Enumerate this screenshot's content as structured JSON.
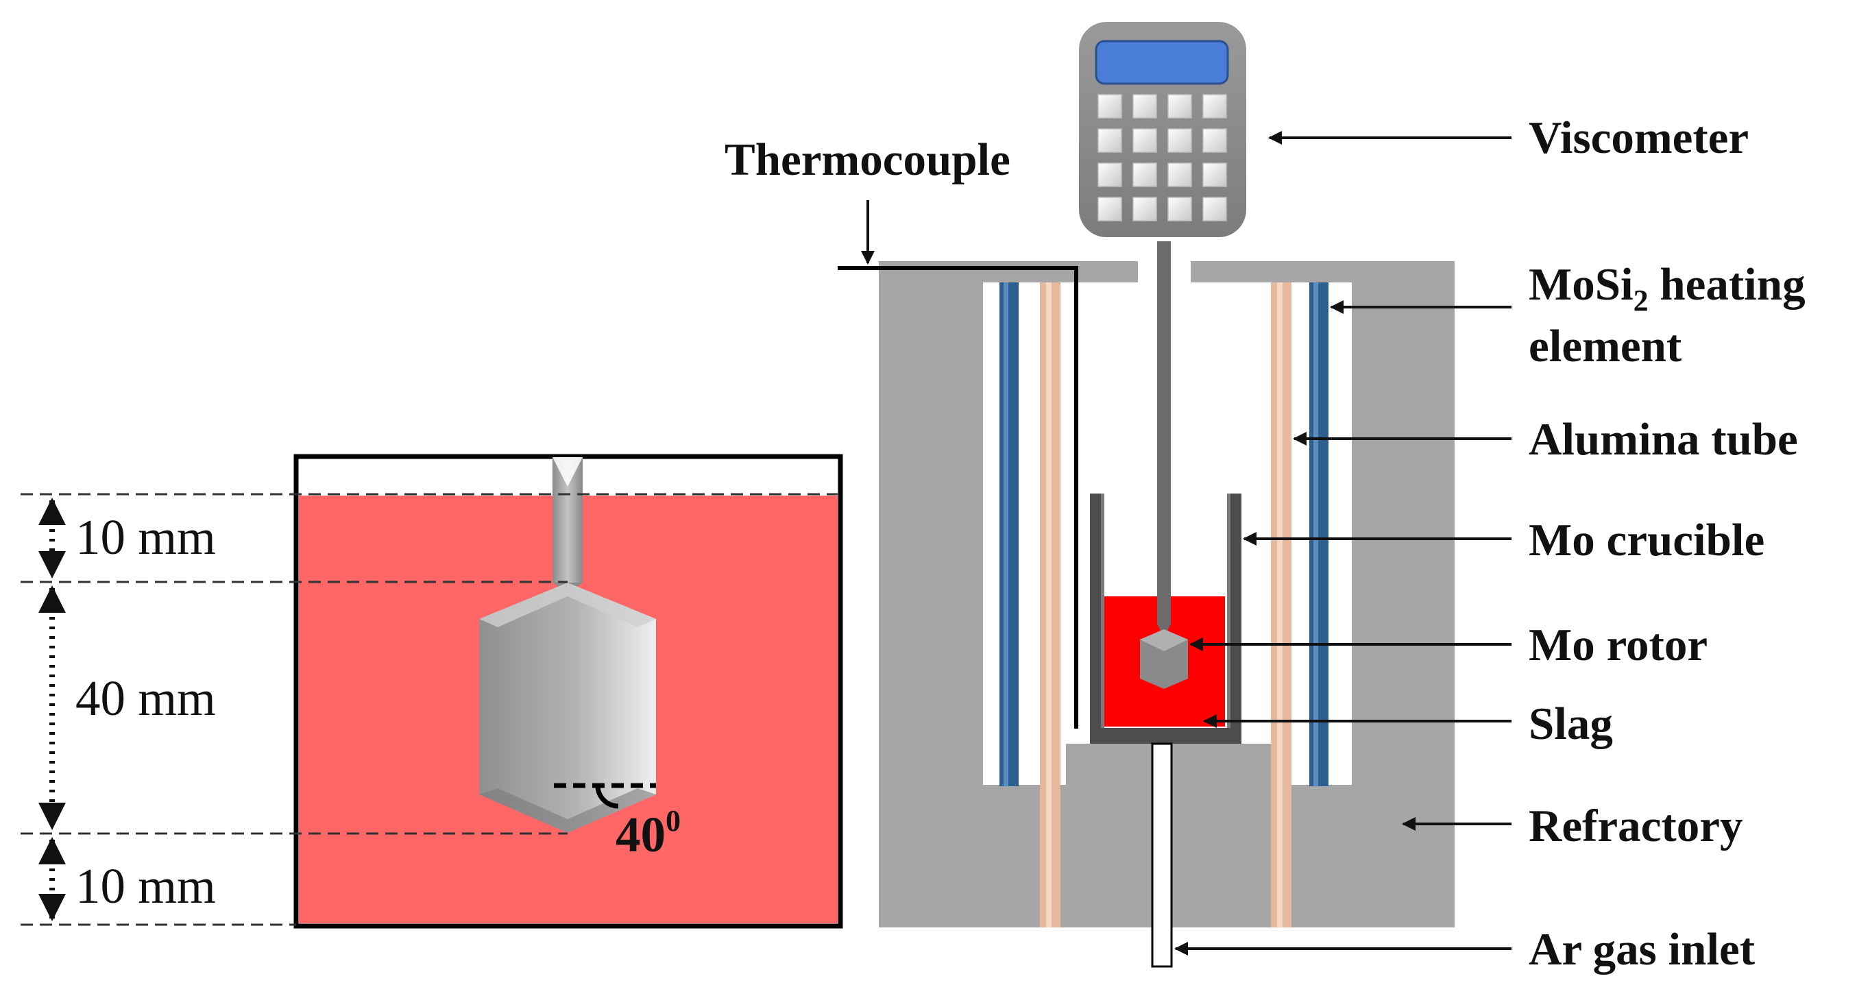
{
  "colors": {
    "slag_detail": "#ff6666",
    "slag_furnace": "#ff0000",
    "refractory": "#a6a6a6",
    "heating_element": "#2f5f8f",
    "alumina_tube": "#e6b89c",
    "crucible": "#4d4d4d",
    "rotor": "#a0a0a0",
    "viscometer_body": "#8c8c8c",
    "viscometer_screen": "#4a7ed6"
  },
  "icons": {
    "viscometer": "calculator-like-instrument",
    "rotor": "hexagonal-bob"
  },
  "detail": {
    "dimensions": {
      "top": "10 mm",
      "middle": "40 mm",
      "bottom": "10 mm"
    },
    "angle": {
      "value": "40",
      "sup": "0"
    }
  },
  "labels": {
    "thermocouple": "Thermocouple",
    "viscometer": "Viscometer",
    "heating_pre": "MoSi",
    "heating_sub": "2",
    "heating_post": " heating",
    "heating_line2": "element",
    "alumina_tube": "Alumina tube",
    "mo_crucible": "Mo crucible",
    "mo_rotor": "Mo rotor",
    "slag": "Slag",
    "refractory": "Refractory",
    "ar_gas_inlet": "Ar gas inlet"
  }
}
